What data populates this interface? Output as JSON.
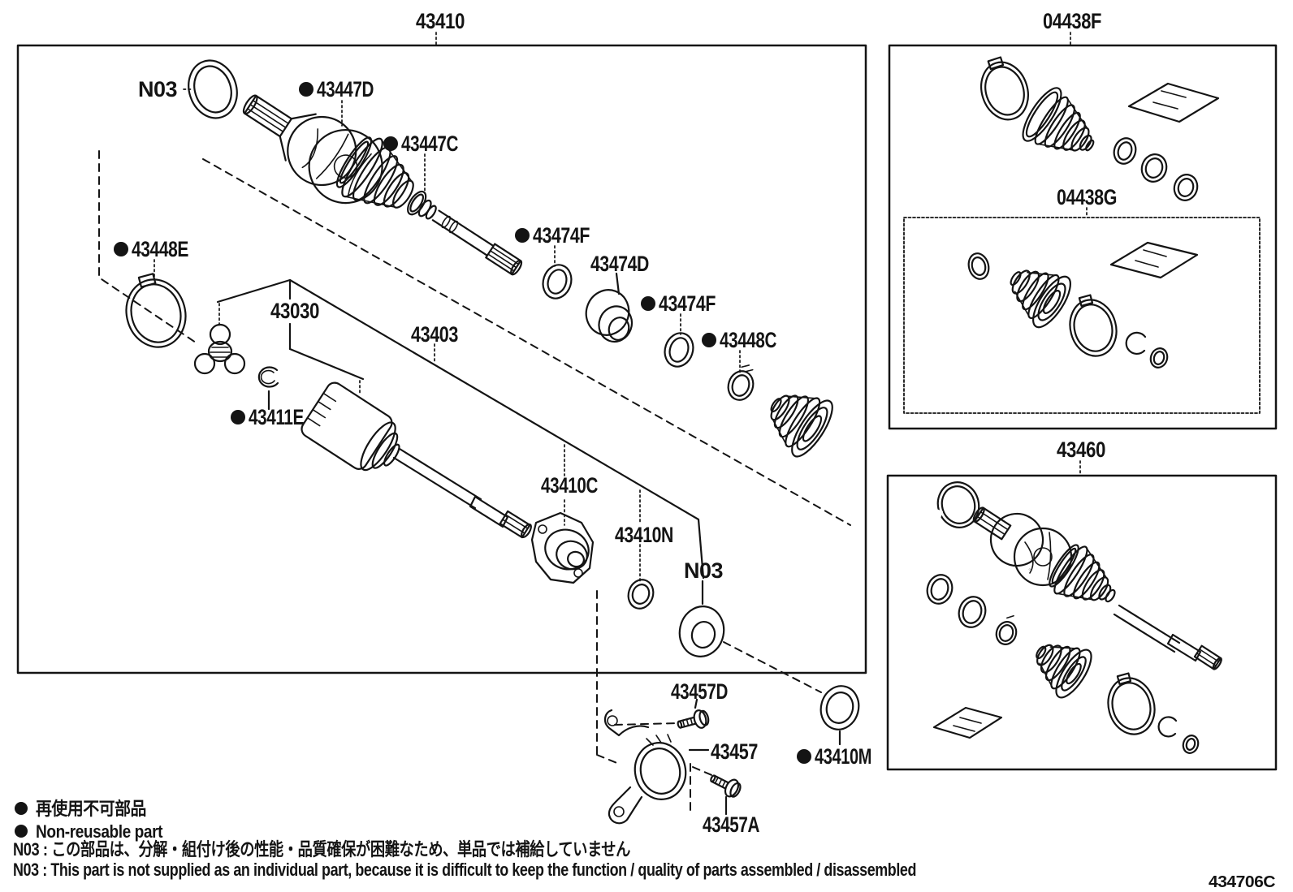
{
  "diagram": {
    "drawing_code": "434706C",
    "boxes": {
      "main": "43410",
      "kit_outboard": "04438F",
      "kit_inboard": "04438G",
      "shaft_assembly": "43460"
    },
    "parts": {
      "n03_outer": "N03",
      "p43447D": "43447D",
      "p43447C": "43447C",
      "p43448E": "43448E",
      "p43474F_upper": "43474F",
      "p43474D": "43474D",
      "p43474F_lower": "43474F",
      "p43448C": "43448C",
      "p43030": "43030",
      "p43403": "43403",
      "p43411E": "43411E",
      "p43410C": "43410C",
      "p43410N": "43410N",
      "n03_inner": "N03",
      "p43410M": "43410M",
      "p43457D": "43457D",
      "p43457": "43457",
      "p43457A": "43457A"
    },
    "legend": {
      "non_reusable_jp": "再使用不可部品",
      "non_reusable_en": "Non-reusable part"
    },
    "notes": {
      "n03_jp": "N03 : この部品は、分解・組付け後の性能・品質確保が困難なため、単品では補給していません",
      "n03_en": "N03 : This part is not supplied as an individual part, because it is difficult to keep the function / quality of parts  assembled / disassembled"
    },
    "colors": {
      "ink": "#141414",
      "background": "#ffffff"
    }
  }
}
